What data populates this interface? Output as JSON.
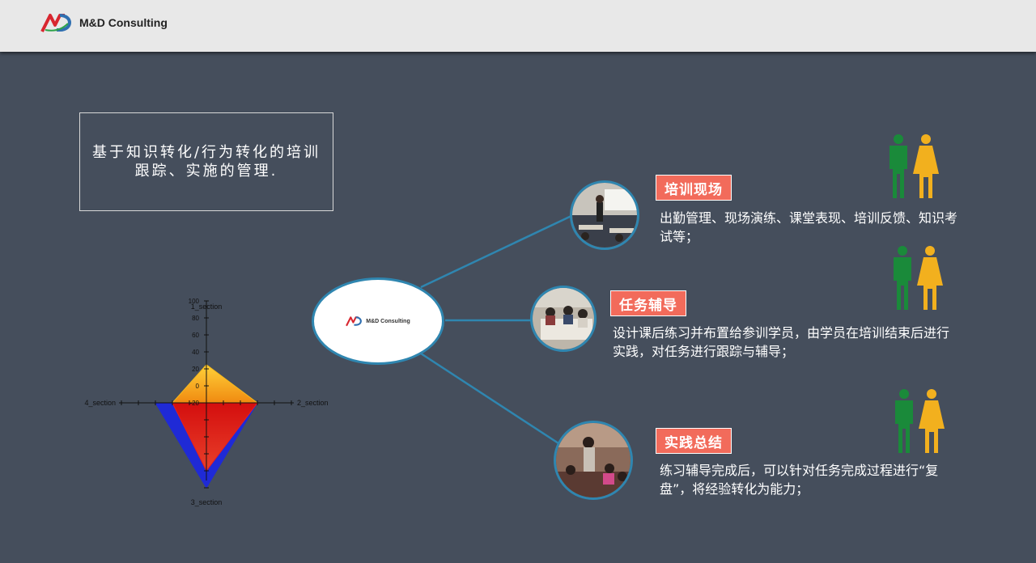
{
  "header": {
    "brand": "M&D Consulting"
  },
  "intro": {
    "text": "基于知识转化/行为转化的培训跟踪、实施的管理."
  },
  "hub": {
    "brand": "M&D Consulting"
  },
  "branches": [
    {
      "title": "培训现场",
      "desc": "出勤管理、现场演练、课堂表现、培训反馈、知识考试等；"
    },
    {
      "title": "任务辅导",
      "desc": "设计课后练习并布置给参训学员，由学员在培训结束后进行实践，对任务进行跟踪与辅导；"
    },
    {
      "title": "实践总结",
      "desc": "练习辅导完成后，可以针对任务完成过程进行“复盘”，将经验转化为能力；"
    }
  ],
  "colors": {
    "accent": "#f26b5b",
    "line": "#2f86b0",
    "male": "#1a8a3a",
    "female": "#f2b01e"
  },
  "chart_data": {
    "type": "radar",
    "categories": [
      "1_section",
      "2_section",
      "3_section",
      "4_section"
    ],
    "tick_labels": [
      "100",
      "80",
      "60",
      "40",
      "20",
      "0",
      "-20"
    ],
    "series": [
      {
        "values": [
          -20,
          40,
          80,
          40
        ],
        "color": "#1f2ad6"
      },
      {
        "values": [
          -20,
          40,
          60,
          20
        ],
        "color": "#e81e1e"
      },
      {
        "values": [
          25,
          40,
          -20,
          20
        ],
        "color": "#f5b81c"
      }
    ]
  }
}
